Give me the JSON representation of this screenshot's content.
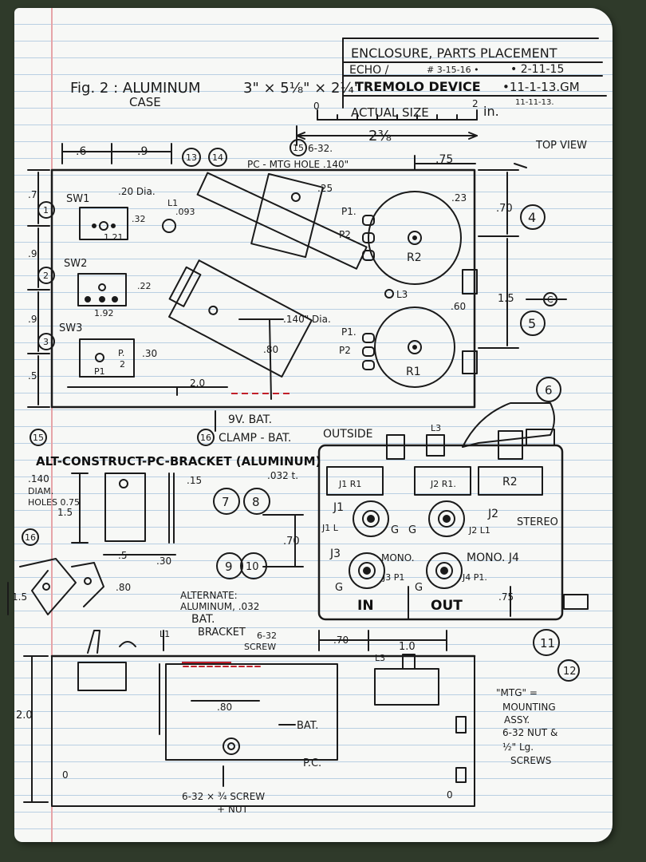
{
  "title_block": {
    "line1": "ENCLOSURE, PARTS PLACEMENT",
    "line2_left": "ECHO /",
    "line2_rev": "# 3-15-16 •",
    "line2_right": "• 2-11-15",
    "line3_left": "TREMOLO DEVICE",
    "line3_right": "•11-1-13.GM",
    "line4": "11-11-13."
  },
  "fig": {
    "label": "Fig. 2 : ALUMINUM",
    "dims": "3\" × 5⅛\" × 2¼\"",
    "sub": "CASE"
  },
  "scale": {
    "zero": "0",
    "text": "ACTUAL SIZE",
    "two": "2",
    "unit": "in."
  },
  "top_view": {
    "label": "TOP VIEW",
    "dim_238": "2⅜",
    "dim_6": ".6",
    "dim_9_top": ".9",
    "dim_75": ".75",
    "mtg_hole": "PC - MTG HOLE .140\"",
    "screw_632": "6-32.",
    "dim_25": ".25",
    "dim_23": ".23",
    "sw1": "SW1",
    "sw2": "SW2",
    "sw3": "SW3",
    "dia20": ".20 Dia.",
    "dim_32": ".32",
    "dim_121": "1.21",
    "dim_093": ".093",
    "l1": "L1",
    "dim_22": ".22",
    "dim_192": "1.92",
    "dim_30": ".30",
    "p_label": "P.",
    "p2_sw3": "2",
    "p1_sw3": "P1",
    "dim_7": ".7",
    "dim_9a": ".9",
    "dim_9b": ".9",
    "dim_5": ".5",
    "dim_70": ".70",
    "dim_15": "1.5",
    "dim_60": ".60",
    "l3": "L3",
    "p1_upper": "P1.",
    "p2_upper": "P2",
    "p1_lower": "P1.",
    "p2_lower": "P2",
    "r2": "R2",
    "r1": "R1",
    "dia140": ".140\" Dia.",
    "dim_80": ".80",
    "dim_20": "2.0",
    "bat": "9V. BAT.",
    "clamp": "CLAMP - BAT.",
    "cl": "C",
    "n1": "1",
    "n2": "2",
    "n3": "3",
    "n4": "4",
    "n5": "5",
    "n13": "13",
    "n14": "14",
    "n15": "15",
    "n16": "16"
  },
  "bracket": {
    "n15": "15",
    "n16": "16",
    "title": "ALT-CONSTRUCT-PC-BRACKET (ALUMINUM)",
    "thick": ".032 t.",
    "holes1": ".140",
    "holes2": "DIAM.",
    "holes3": "HOLES 0.75",
    "dim_15": "1.5",
    "dim_5": ".5",
    "dim_30": ".30",
    "dim_15b": "1.5",
    "dim_80": ".80",
    "dim_70": ".70",
    "dim_015": ".15",
    "n7": "7",
    "n8": "8",
    "n9": "9",
    "n10": "10"
  },
  "side_view": {
    "outside": "OUTSIDE",
    "l3": "L3",
    "n6": "6",
    "j1r1": "J1 R1",
    "j2r1": "J2 R1.",
    "r2": "R2",
    "j1": "J1",
    "j2": "J2",
    "stereo": "STEREO",
    "j1l1": "J1 L",
    "j2l1": "J2 L1",
    "g1": "G",
    "g2": "G",
    "j3": "J3",
    "mono1": "MONO.",
    "mono2": "MONO. J4",
    "j3p1": "J3 P1",
    "j4p1": "J4 P1.",
    "g3": "G",
    "g4": "G",
    "in": "IN",
    "out": "OUT",
    "dim_75": ".75",
    "dim_70": ".70",
    "dim_10": "1.0",
    "n11": "11",
    "n12": "12"
  },
  "front_view": {
    "alt1": "ALTERNATE:",
    "alt2": "ALUMINUM, .032",
    "alt3": "BAT.",
    "alt4": "BRACKET",
    "screw": "6-32",
    "screw2": "SCREW",
    "l1": "L1",
    "l3": "L3",
    "dim_80": ".80",
    "bat": "BAT.",
    "pc": "P.C.",
    "dim_20": "2.0",
    "screw_nut1": "6-32 × ¾ SCREW",
    "screw_nut2": "+ NUT",
    "zero1": "0",
    "zero2": "0"
  },
  "mtg_note": {
    "l1": "\"MTG\" =",
    "l2": "MOUNTING",
    "l3": "ASSY.",
    "l4": "6-32 NUT &",
    "l5": "½\" Lg.",
    "l6": "SCREWS"
  },
  "colors": {
    "paper": "#f7f8f6",
    "rule_blue": "#b9cfe2",
    "margin_red": "#e6a4a8",
    "ink": "#1a1a1a",
    "red_ink": "#c0202a",
    "background": "#2f3a2a"
  }
}
